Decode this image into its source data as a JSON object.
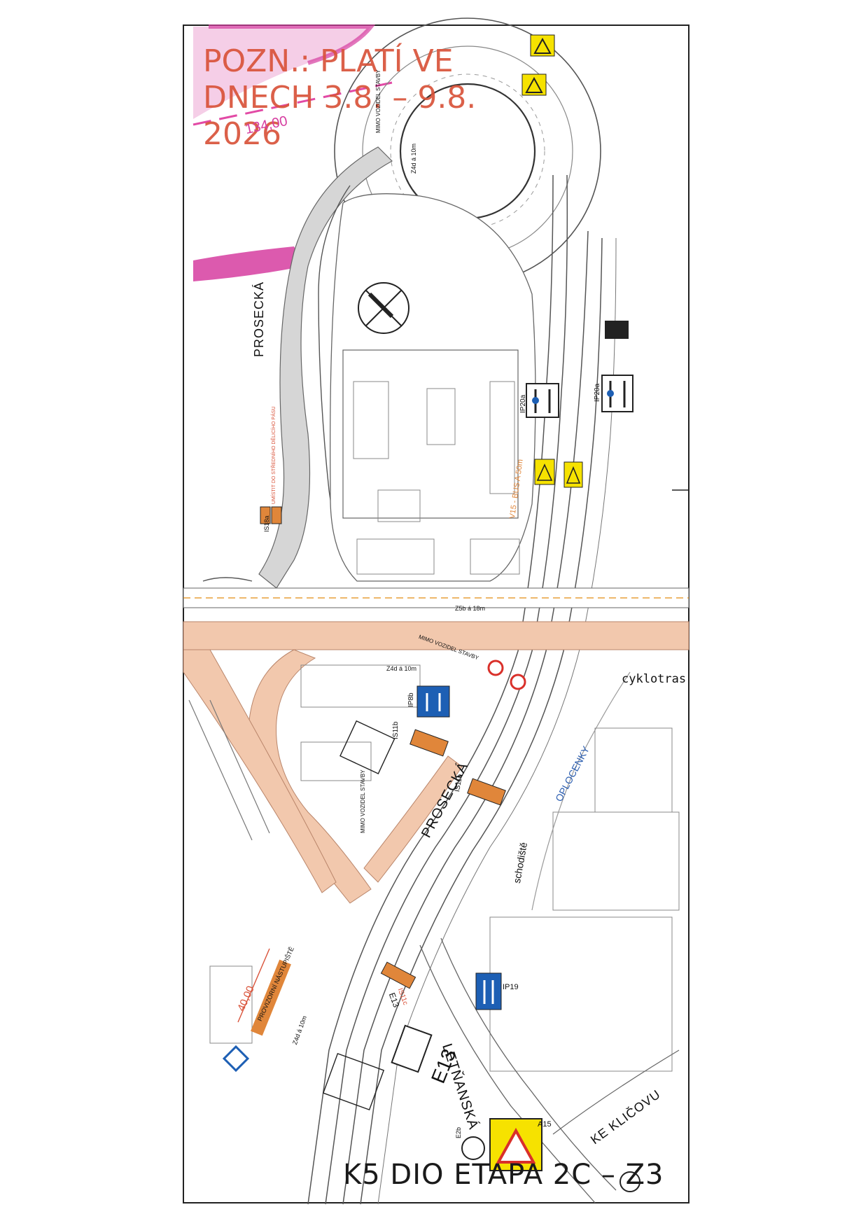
{
  "note": {
    "line1": "POZN.: PLATÍ VE",
    "line2": "DNECH 3.8. – 9.8.",
    "line3": "2026"
  },
  "title": "K5 DIO ETAPA 2C – Z3",
  "streets": {
    "prosecka_north": "PROSECKÁ",
    "prosecka_south": "PROSECKÁ",
    "letnanska": "LETŇANSKÁ",
    "ke_klicovu": "KE KLIČOVU"
  },
  "labels": {
    "cyklotrasa": "cyklotras",
    "oploceny": "OPLOCENKY",
    "schodiste": "schodiště",
    "elevation": "134,00",
    "parking_length": "40,00",
    "parking_label": "PROVIZORNÍ NÁSTUPIŠTĚ",
    "bus_lane": "V15 - BUS A 50m",
    "z4d_1": "Z4d á 10m",
    "z4d_2": "Z4d á 10m",
    "z4d_3": "Z4d á 10m",
    "z5b": "Z5b á 18m",
    "mimo_staveniste_1": "MIMO VOZIDEL STAVBY",
    "mimo_staveniste_2": "MIMO VOZIDEL STAVBY",
    "mimo_staveniste_3": "MIMO VOZIDEL STAVBY",
    "is18a": "IS18a",
    "umistit": "UMÍSTIT DO STŘEDNÍHO DĚLICÍHO PÁSU",
    "ip20a_1": "IP20a",
    "ip20a_2": "IP20a",
    "ip8b": "IP8b",
    "is11b_1": "IS11b",
    "is11b_2": "IS11b",
    "is11c": "IS11c",
    "ip19": "IP19",
    "e13_small": "E13",
    "e13_large": "E13",
    "a15": "A15",
    "e2b": "E2b"
  },
  "colors": {
    "pink_zone": "#d63da0",
    "pink_line": "#e24aa5",
    "closed_road": "#f2c8ad",
    "road_gray": "#cfcfcf",
    "note_red": "#d9533a",
    "sign_yellow": "#f6e200",
    "sign_blue": "#1d5fb4",
    "sign_orange": "#e0863a"
  }
}
